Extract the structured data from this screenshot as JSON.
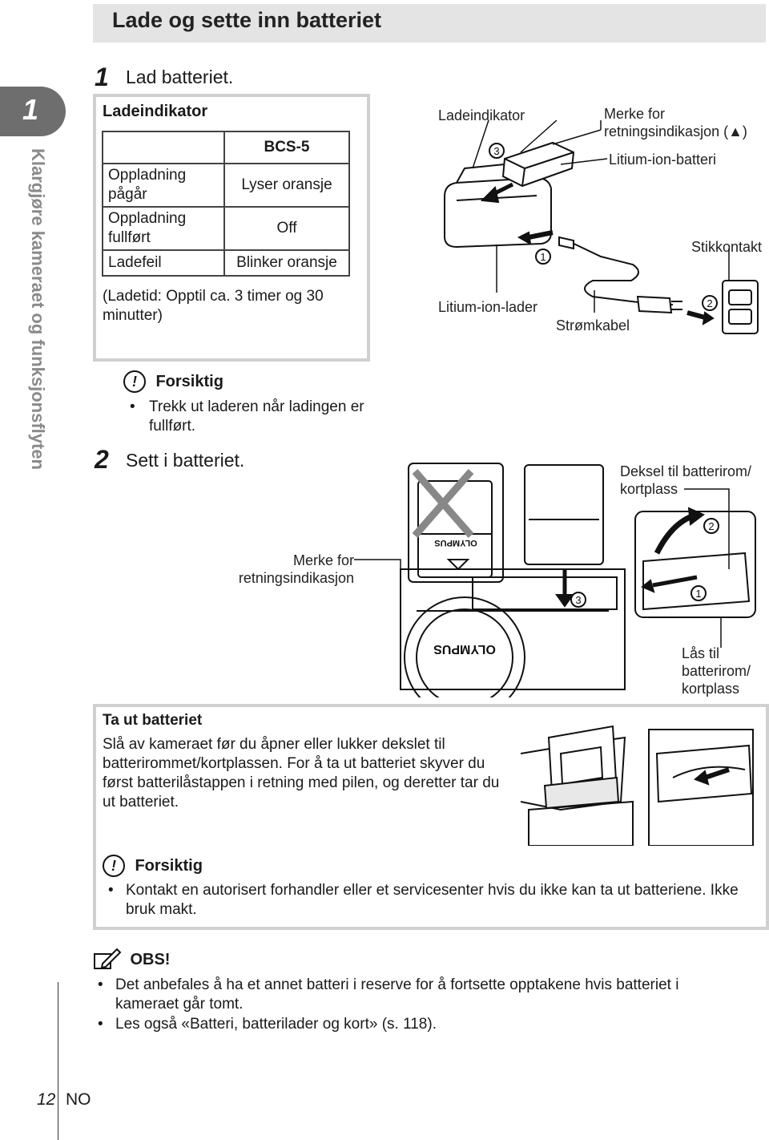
{
  "header": {
    "title": "Lade og sette inn batteriet"
  },
  "side_tab": {
    "number": "1",
    "chapter": "Klargjøre kameraet og funksjonsflyten"
  },
  "step1": {
    "number": "1",
    "text": "Lad batteriet."
  },
  "charge_indicator": {
    "title": "Ladeindikator",
    "column_header": "BCS-5",
    "rows": [
      {
        "state": "Oppladning pågår",
        "value": "Lyser oransje"
      },
      {
        "state": "Oppladning fullført",
        "value": "Off"
      },
      {
        "state": "Ladefeil",
        "value": "Blinker oransje"
      }
    ],
    "note": "(Ladetid: Opptil ca. 3 timer og 30 minutter)"
  },
  "caution1": {
    "title": "Forsiktig",
    "items": [
      "Trekk ut laderen når ladingen er fullført."
    ]
  },
  "step2": {
    "number": "2",
    "text": "Sett i batteriet."
  },
  "diagram1": {
    "labels": {
      "charge_indicator": "Ladeindikator",
      "direction_mark": "Merke for retningsindikasjon (▲)",
      "battery": "Litium-ion-batteri",
      "charger": "Litium-ion-lader",
      "outlet": "Stikkontakt",
      "cable": "Strømkabel"
    },
    "markers": [
      "1",
      "2",
      "3"
    ]
  },
  "diagram2": {
    "labels": {
      "direction_mark": "Merke for retningsindikasjon",
      "cover": "Deksel til batterirom/ kortplass",
      "lock": "Lås til batterirom/ kortplass",
      "battery_brand": "OLYMPUS",
      "body_cap_brand": "OLYMPUS"
    },
    "markers": [
      "1",
      "2",
      "3"
    ]
  },
  "remove_box": {
    "title": "Ta ut batteriet",
    "body": "Slå av kameraet før du åpner eller lukker dekslet til batterirommet/kortplassen. For å ta ut batteriet skyver du først batterilåstappen i retning med pilen, og deretter tar du ut batteriet.",
    "caution_title": "Forsiktig",
    "caution_items": [
      "Kontakt en autorisert forhandler eller et servicesenter hvis du ikke kan ta ut batteriene. Ikke bruk makt."
    ]
  },
  "obs": {
    "title": "OBS!",
    "items": [
      "Det anbefales å ha et annet batteri i reserve for å fortsette opptakene hvis batteriet i kameraet går tomt.",
      "Les også «Batteri, batterilader og kort» (s. 118)."
    ]
  },
  "footer": {
    "page": "12",
    "lang": "NO"
  }
}
